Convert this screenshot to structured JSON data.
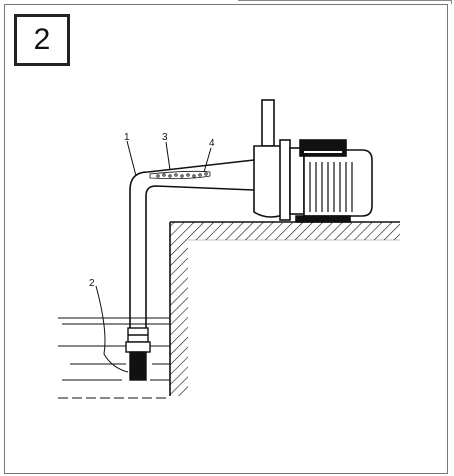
{
  "step_number": "2",
  "callouts": [
    {
      "label": "1"
    },
    {
      "label": "2"
    },
    {
      "label": "3"
    },
    {
      "label": "4"
    }
  ],
  "colors": {
    "line": "#111111",
    "frame": "#777777"
  }
}
